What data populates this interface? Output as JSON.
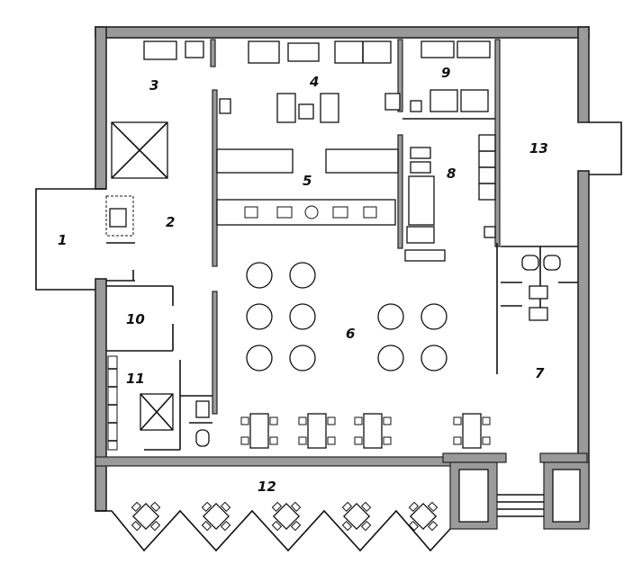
{
  "plan": {
    "rooms": [
      {
        "id": "r1",
        "number": "1"
      },
      {
        "id": "r2",
        "number": "2"
      },
      {
        "id": "r3",
        "number": "3"
      },
      {
        "id": "r4",
        "number": "4"
      },
      {
        "id": "r5",
        "number": "5"
      },
      {
        "id": "r6",
        "number": "6"
      },
      {
        "id": "r7",
        "number": "7"
      },
      {
        "id": "r8",
        "number": "8"
      },
      {
        "id": "r9",
        "number": "9"
      },
      {
        "id": "r10",
        "number": "10"
      },
      {
        "id": "r11",
        "number": "11"
      },
      {
        "id": "r12",
        "number": "12"
      },
      {
        "id": "r13",
        "number": "13"
      }
    ]
  }
}
